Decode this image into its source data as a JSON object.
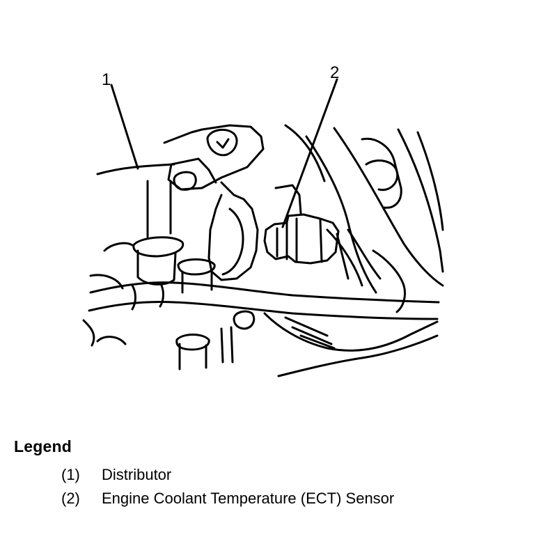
{
  "diagram": {
    "callouts": [
      "1",
      "2"
    ]
  },
  "legend": {
    "heading": "Legend",
    "items": [
      {
        "code": "(1)",
        "text": "Distributor"
      },
      {
        "code": "(2)",
        "text": "Engine Coolant Temperature (ECT) Sensor"
      }
    ]
  }
}
